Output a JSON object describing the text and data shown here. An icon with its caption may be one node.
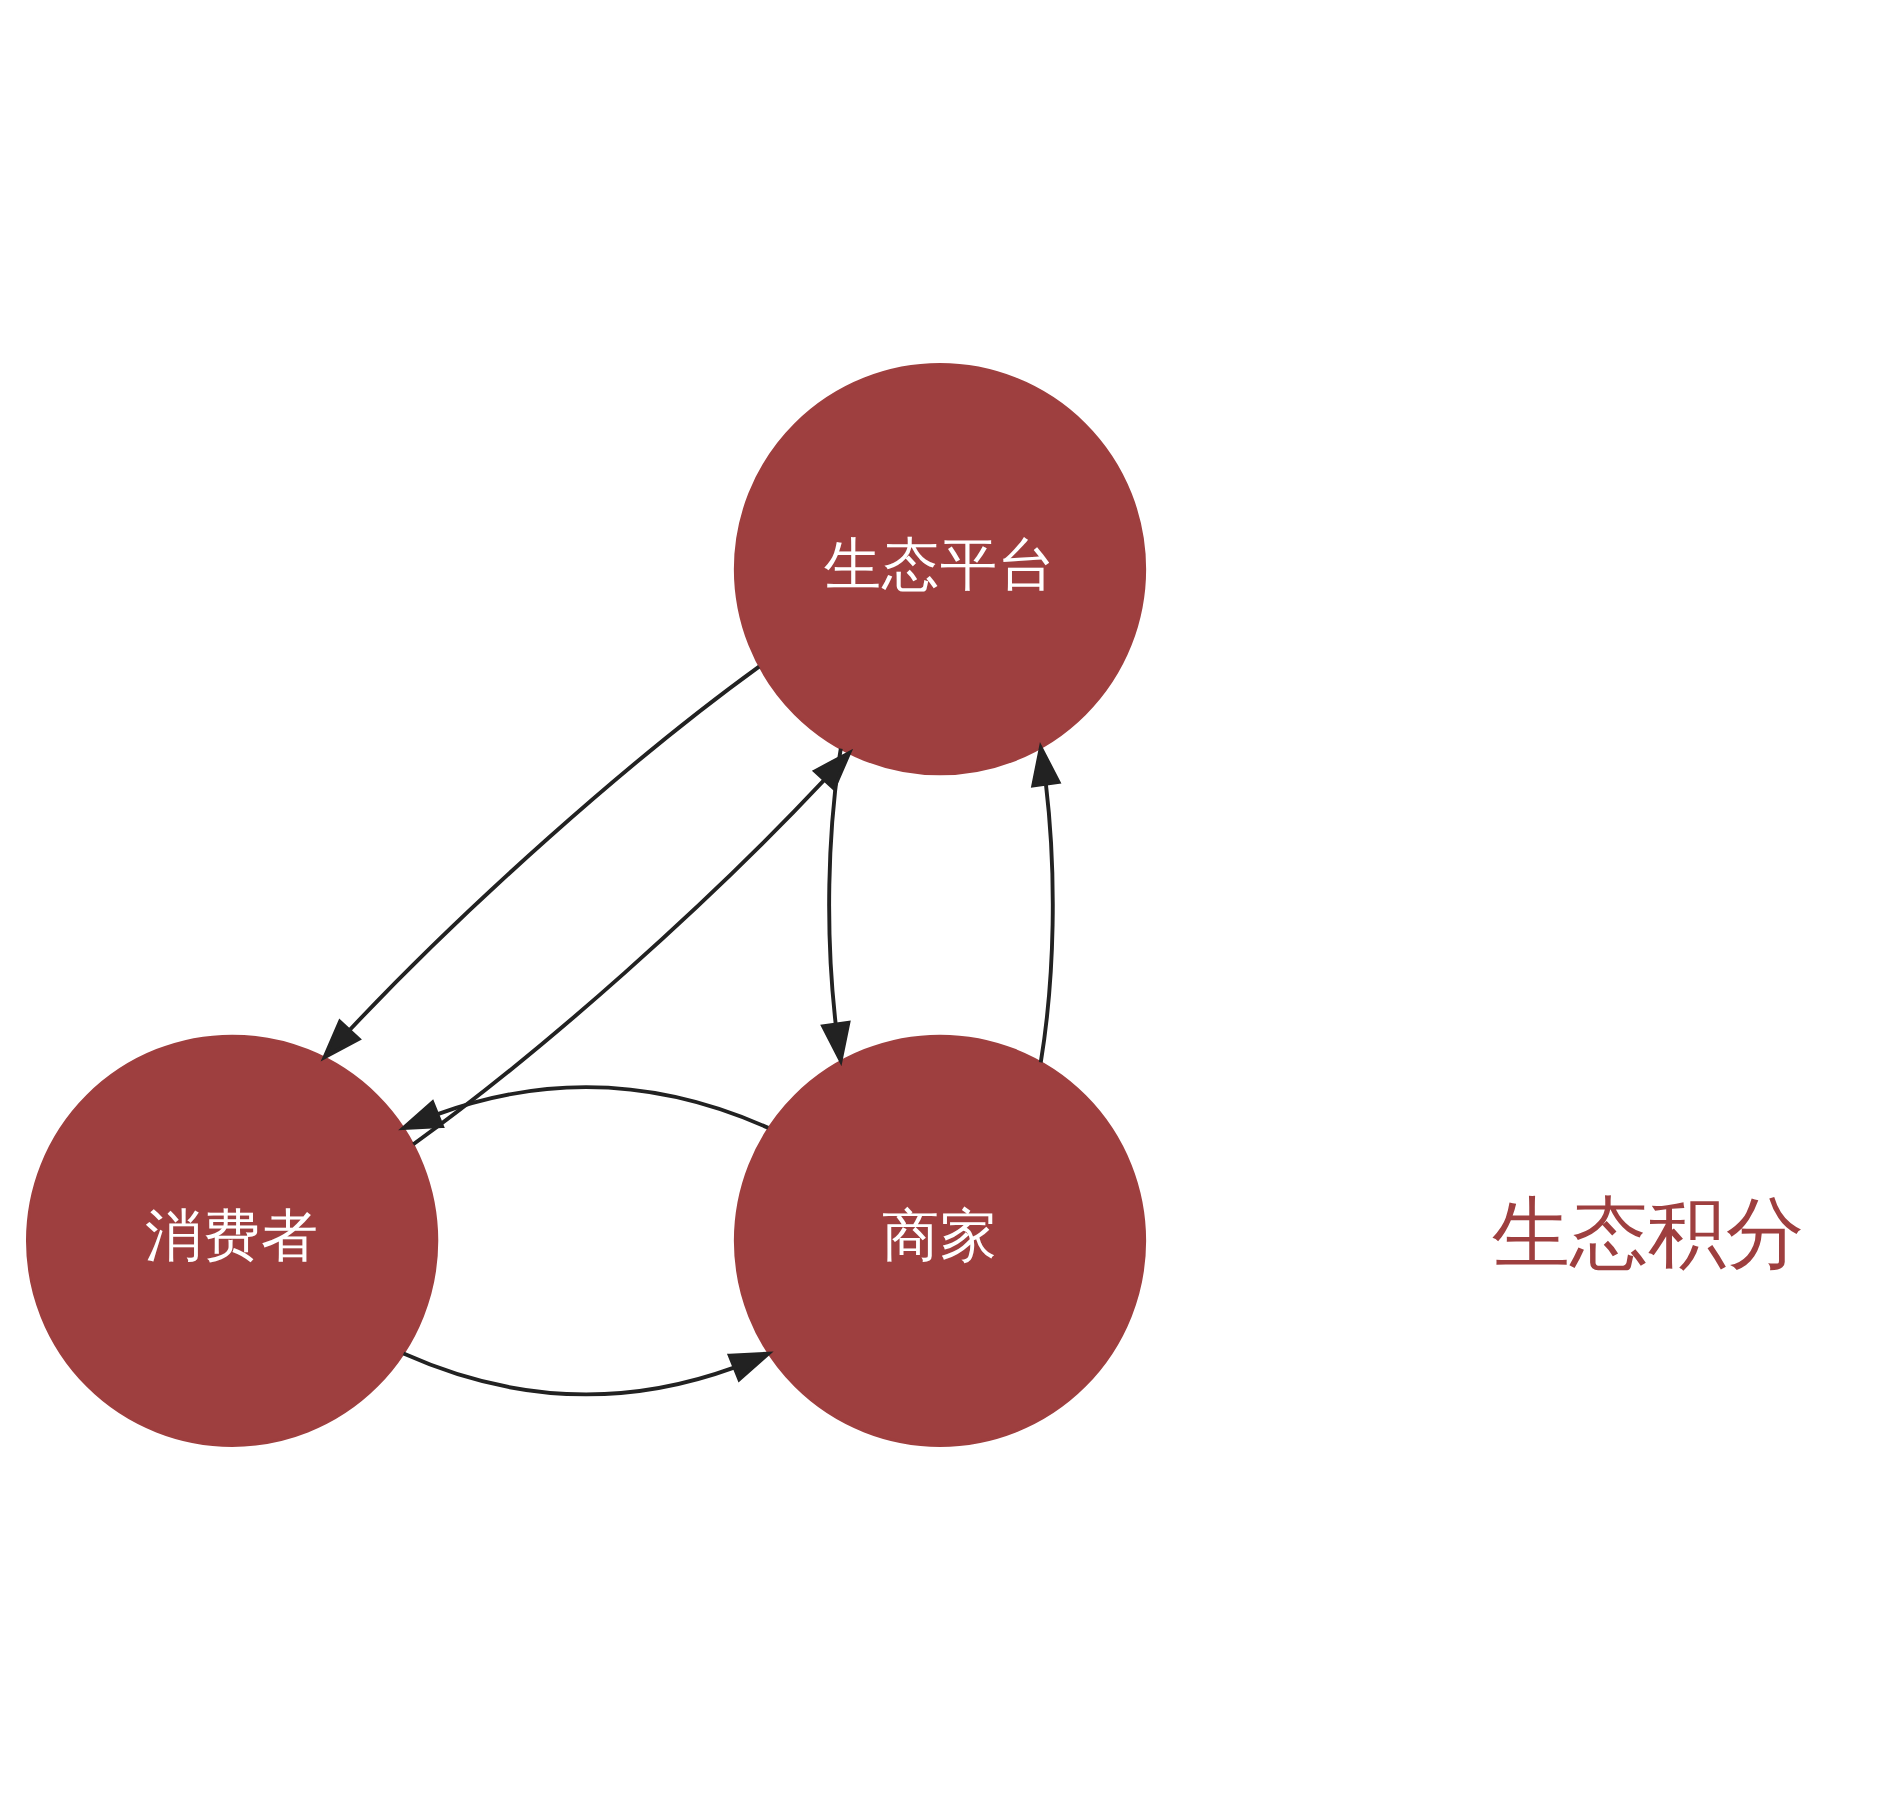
{
  "diagram": {
    "nodes": [
      {
        "text": [
          "生态平台"
        ]
      },
      {
        "text": [
          "消费者"
        ]
      },
      {
        "text": [
          "商家"
        ]
      }
    ],
    "edges": [
      {
        "from": 1,
        "to": 0,
        "arrow": "to"
      },
      {
        "from": 0,
        "to": 1,
        "arrow": "to"
      },
      {
        "from": 0,
        "to": 2,
        "arrow": "to"
      },
      {
        "from": 2,
        "to": 0,
        "arrow": "to"
      },
      {
        "from": 1,
        "to": 2,
        "arrow": "to"
      },
      {
        "from": 2,
        "to": 1,
        "arrow": "to"
      }
    ],
    "labels": [
      "生态积分"
    ]
  }
}
